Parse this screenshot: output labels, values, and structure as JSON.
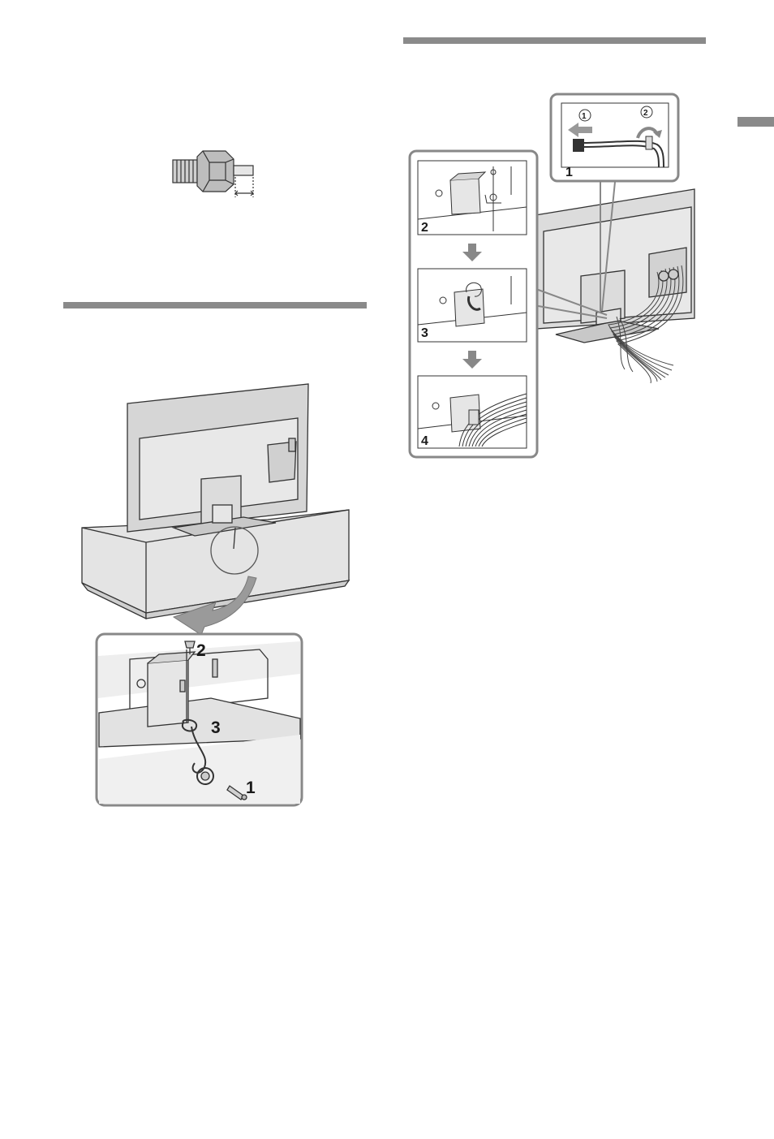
{
  "page": {
    "background": "#ffffff",
    "rule_color": "#8a8a8a"
  },
  "tv_stand_figure": {
    "callouts": [
      "2",
      "3",
      "1"
    ]
  },
  "cable_figure": {
    "steps": [
      "1",
      "2",
      "3",
      "4"
    ],
    "circled": [
      "1",
      "2"
    ]
  }
}
